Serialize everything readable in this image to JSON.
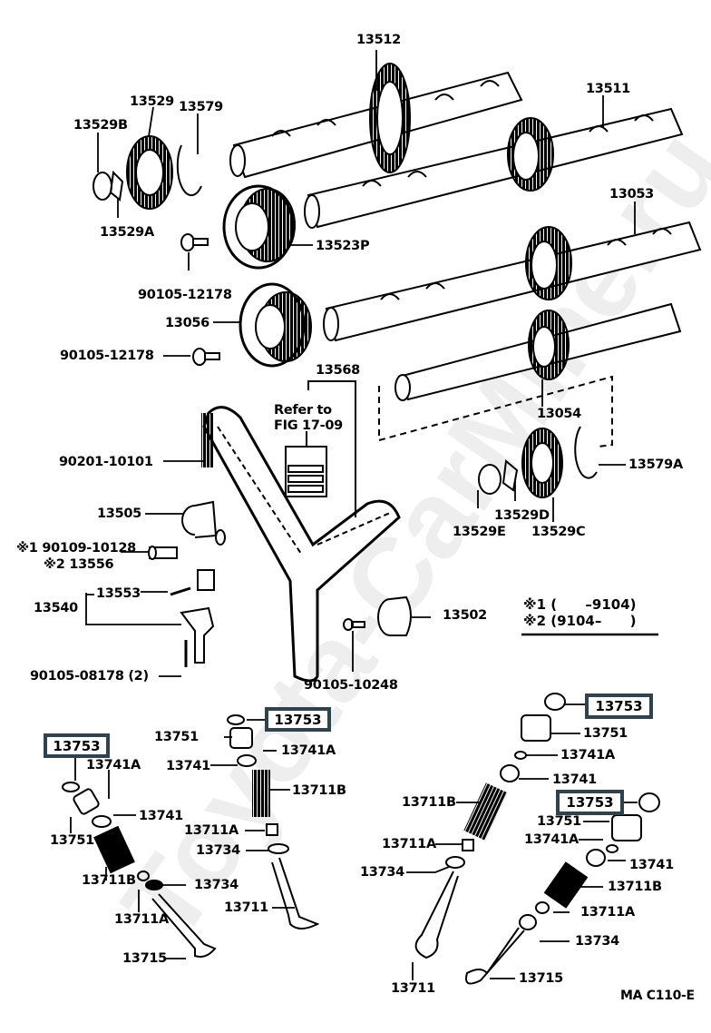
{
  "diagram": {
    "title": "Camshaft & Valve",
    "figure_code": "MA C110-E",
    "watermark": "Toyota-CarMine.ru",
    "reference": {
      "line1": "Refer to",
      "line2": "FIG 17-09",
      "part": "13568"
    },
    "notes": {
      "n1": "※1 (      –9104)",
      "n2": "※2 (9104–      )"
    },
    "highlight_color": "#2e4250",
    "labels": {
      "p13512": "13512",
      "p13511": "13511",
      "p13529": "13529",
      "p13579": "13579",
      "p13529B": "13529B",
      "p13529A": "13529A",
      "p13523P": "13523P",
      "p13053": "13053",
      "p90105_12178a": "90105-12178",
      "p13056": "13056",
      "p90105_12178b": "90105-12178",
      "p13054": "13054",
      "p90201_10101": "90201-10101",
      "p13579A": "13579A",
      "p13505": "13505",
      "p13529E": "13529E",
      "p13529D": "13529D",
      "p13529C": "13529C",
      "p90109_10128": "※1 90109-10128",
      "p13556": "※2 13556",
      "p13553": "13553",
      "p13540": "13540",
      "p13502": "13502",
      "p90105_08178": "90105-08178 (2)",
      "p90105_10248": "90105-10248",
      "h13753_mid": "13753",
      "h13753_left": "13753",
      "h13753_right_top": "13753",
      "h13753_right_mid": "13753",
      "l13751_mid": "13751",
      "l13741A_mid": "13741A",
      "l13741_mid": "13741",
      "l13711B_mid": "13711B",
      "l13711A_mid": "13711A",
      "l13734_mid": "13734",
      "l13711_mid": "13711",
      "l13741A_left": "13741A",
      "l13741_left": "13741",
      "l13751_left": "13751",
      "l13711B_left": "13711B",
      "l13734_left": "13734",
      "l13711A_left": "13711A",
      "l13715_left": "13715",
      "l13751_r1": "13751",
      "l13741A_r1": "13741A",
      "l13741_r1": "13741",
      "l13711B_r1": "13711B",
      "l13711A_r1": "13711A",
      "l13734_r1": "13734",
      "l13711_r1": "13711",
      "l13751_r2": "13751",
      "l13741A_r2": "13741A",
      "l13741_r2": "13741",
      "l13711B_r2": "13711B",
      "l13711A_r2": "13711A",
      "l13734_r2": "13734",
      "l13715_r2": "13715"
    }
  }
}
